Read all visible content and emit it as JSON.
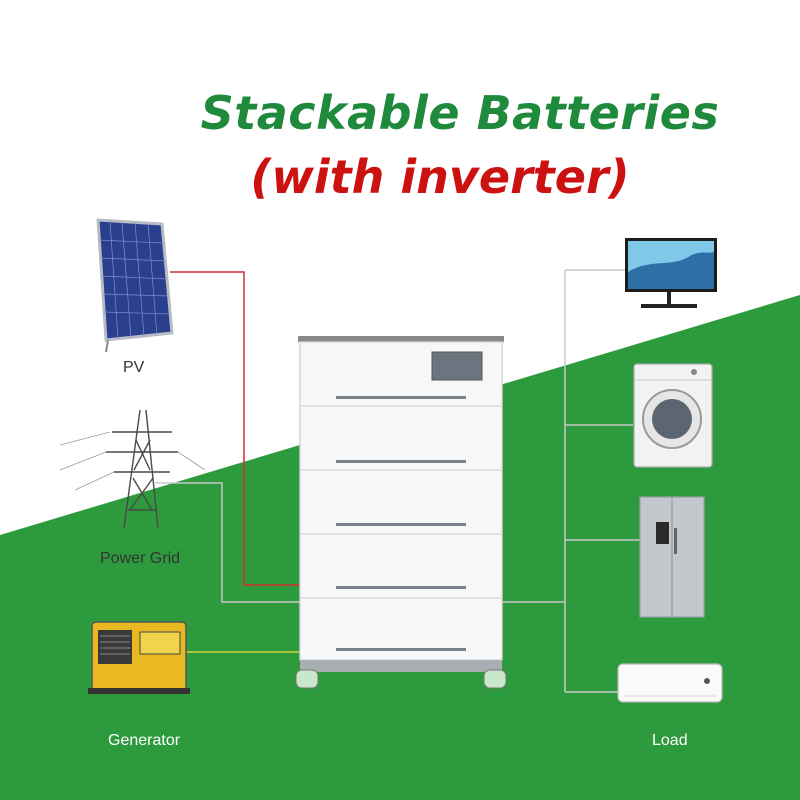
{
  "title": "Stackable Batteries",
  "subtitle": "(with inverter)",
  "sources": {
    "pv": "PV",
    "power_grid": "Power Grid",
    "generator": "Generator"
  },
  "load_label": "Load",
  "colors": {
    "green": "#2e9a3e",
    "title_green": "#1f8a3c",
    "subtitle_red": "#cc1111",
    "pv_line": "#d23030",
    "grid_line": "#c8c8c8",
    "generator_line": "#d4d63a",
    "load_line": "#c8c8c8"
  }
}
